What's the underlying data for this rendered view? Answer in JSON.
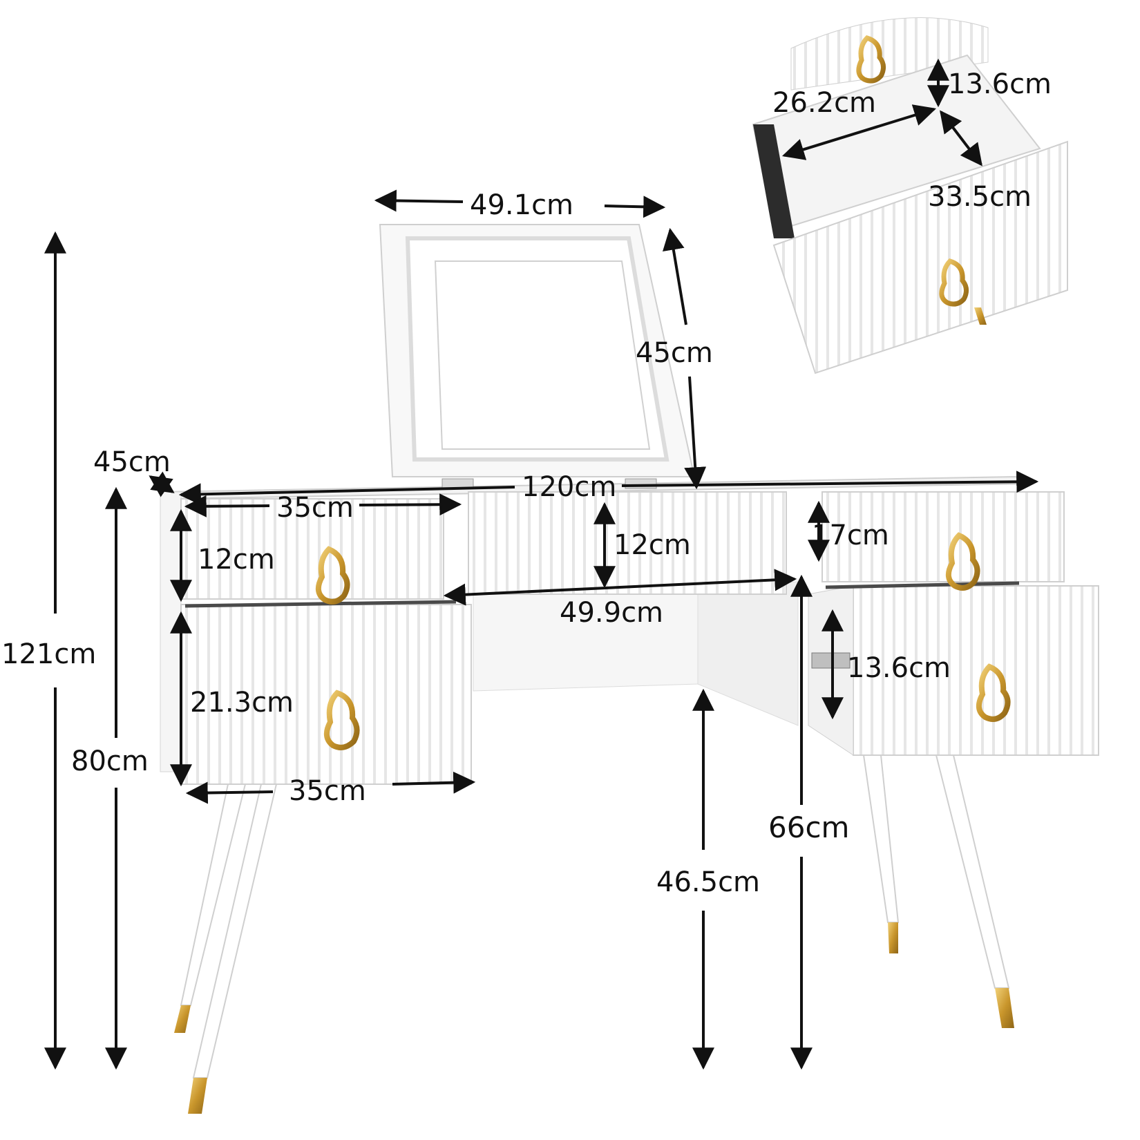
{
  "figure": {
    "subject": "Vanity dressing table with flip-up mirror and five fluted drawers, dimension diagram",
    "colors": {
      "body": "#ffffff",
      "edge": "#c9c9c9",
      "shade": "#e9e9e9",
      "gold": "#c9962c",
      "line": "#111111"
    }
  },
  "dimensions": {
    "mirror_width": "49.1cm",
    "mirror_height": "45cm",
    "depth": "45cm",
    "total_width": "120cm",
    "top_left_drawer_width": "35cm",
    "top_left_drawer_height": "12cm",
    "center_drawer_height": "12cm",
    "top_right_drawer_height": "17cm",
    "knee_space_width": "49.9cm",
    "bottom_left_drawer_height": "21.3cm",
    "bottom_left_drawer_width": "35cm",
    "bottom_right_drawer_height": "13.6cm",
    "total_height": "121cm",
    "table_height": "80cm",
    "right_leg_clearance": "66cm",
    "knee_clearance": "46.5cm"
  },
  "inset": {
    "drawer_inner_height": "13.6cm",
    "drawer_inner_width": "26.2cm",
    "drawer_inner_depth": "33.5cm"
  }
}
